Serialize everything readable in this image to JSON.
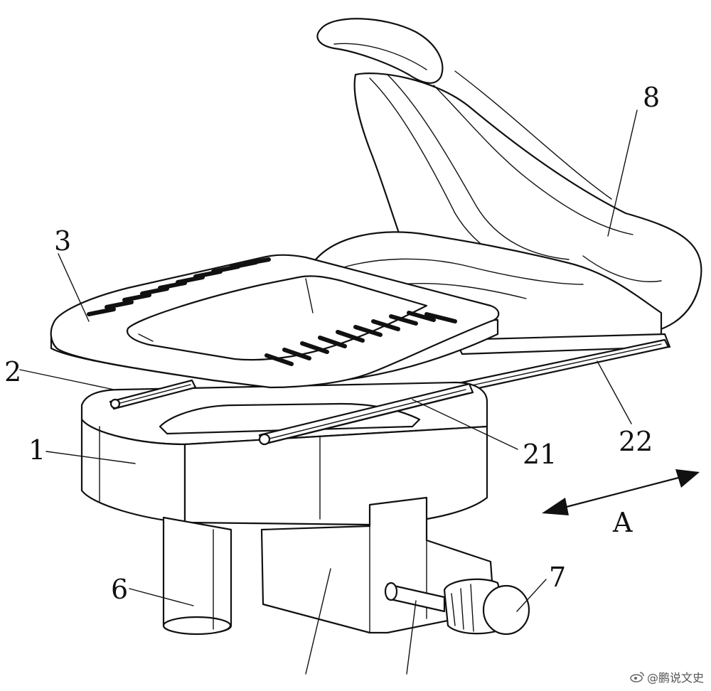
{
  "callouts": {
    "c1": "1",
    "c2": "2",
    "c3": "3",
    "c6": "6",
    "c7": "7",
    "c8": "8",
    "c21": "21",
    "c22": "22",
    "direction": "A"
  },
  "watermark": {
    "text": "@鹏说文史",
    "icon": "weibo-icon"
  },
  "colors": {
    "ink": "#111111",
    "background": "#ffffff"
  }
}
